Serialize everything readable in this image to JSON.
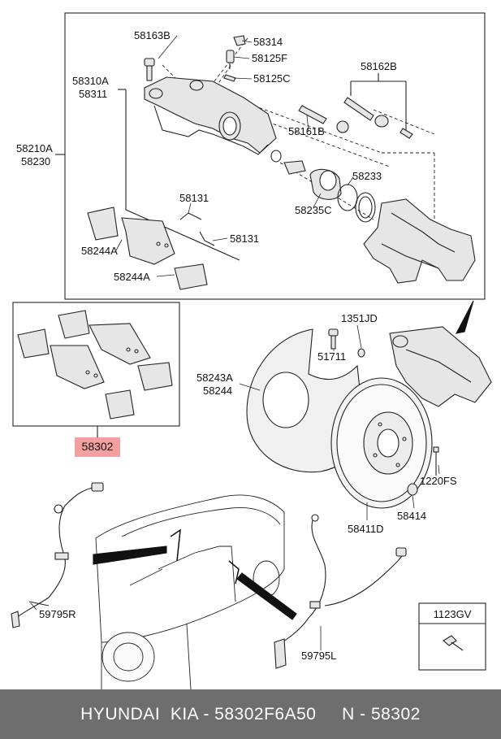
{
  "labels": {
    "p58163B": "58163B",
    "p58314": "58314",
    "p58125F": "58125F",
    "p58125C": "58125C",
    "p58162B": "58162B",
    "p58310A": "58310A",
    "p58311": "58311",
    "p58161B": "58161B",
    "p58210A": "58210A",
    "p58230": "58230",
    "p58233": "58233",
    "p58235C": "58235C",
    "p58131a": "58131",
    "p58131b": "58131",
    "p58244Aa": "58244A",
    "p58244Ab": "58244A",
    "p1351JD": "1351JD",
    "p51711": "51711",
    "p58243A": "58243A",
    "p58244": "58244",
    "p58302": "58302",
    "p1220FS": "1220FS",
    "p58414": "58414",
    "p58411D": "58411D",
    "p59795R": "59795R",
    "p59795L": "59795L",
    "p1123GV": "1123GV"
  },
  "colors": {
    "highlight": "#f4a0a0",
    "footer_bg": "#6e6e6e",
    "line": "#222222",
    "part_fill": "#e6e6e6"
  },
  "footer": {
    "text": "HYUNDAI  KIA - 58302F6A50     N - 58302"
  }
}
